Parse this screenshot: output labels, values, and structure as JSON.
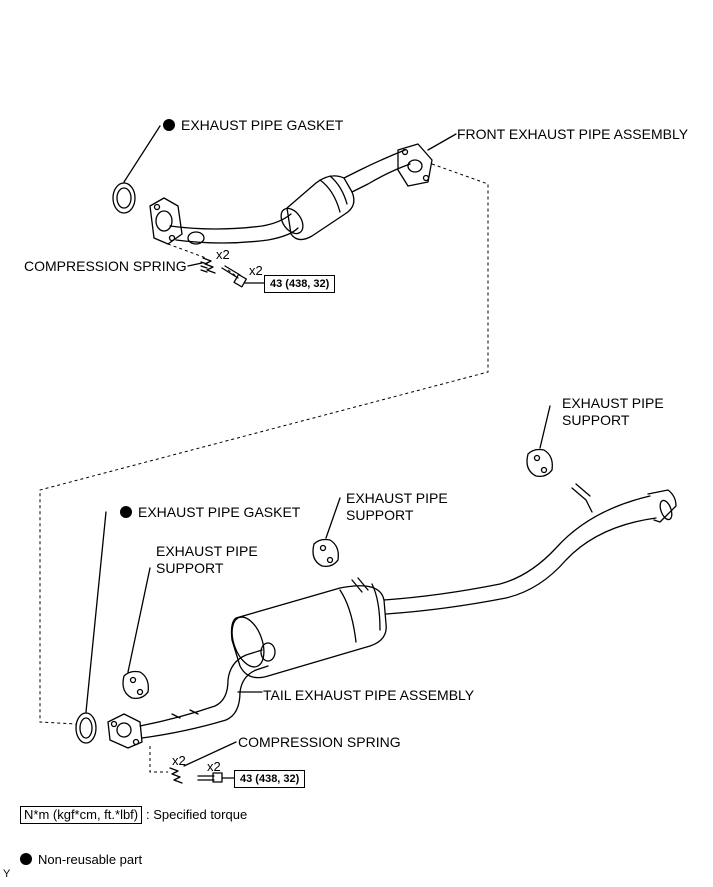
{
  "labels": {
    "gasket_top": "EXHAUST PIPE GASKET",
    "front_pipe": "FRONT EXHAUST PIPE ASSEMBLY",
    "spring_top": "COMPRESSION SPRING",
    "support_right_1": "EXHAUST PIPE",
    "support_right_2": "SUPPORT",
    "support_mid_1": "EXHAUST PIPE",
    "support_mid_2": "SUPPORT",
    "gasket_bottom": "EXHAUST PIPE GASKET",
    "support_left_1": "EXHAUST PIPE",
    "support_left_2": "SUPPORT",
    "tail_pipe": "TAIL EXHAUST PIPE ASSEMBLY",
    "spring_bottom": "COMPRESSION SPRING"
  },
  "quantities": {
    "spring_top": "x2",
    "bolt_top": "x2",
    "spring_bottom": "x2",
    "bolt_bottom": "x2"
  },
  "torque": {
    "top": "43 (438, 32)",
    "bottom": "43 (438, 32)"
  },
  "legend": {
    "torque_unit": "N*m (kgf*cm, ft.*lbf)",
    "torque_desc": ": Specified torque",
    "nonreusable": "Non-reusable part"
  },
  "corner_mark": "Y"
}
